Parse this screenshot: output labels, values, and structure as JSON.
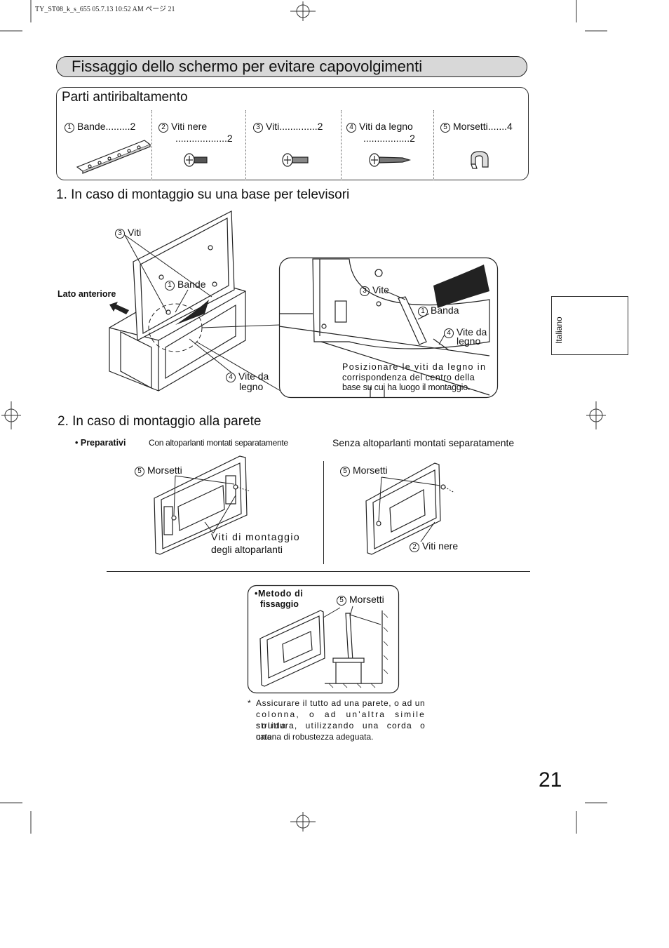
{
  "header": "TY_ST08_k_s_655  05.7.13 10:52 AM    ページ 21",
  "title": "Fissaggio dello schermo per evitare capovolgimenti",
  "parts": {
    "title": "Parti antiribaltamento",
    "items": [
      {
        "num": "1",
        "label": "Bande.........2",
        "label2": ""
      },
      {
        "num": "2",
        "label": "Viti nere",
        "label2": "...................2"
      },
      {
        "num": "3",
        "label": "Viti..............2",
        "label2": ""
      },
      {
        "num": "4",
        "label": "Viti da legno",
        "label2": ".................2"
      },
      {
        "num": "5",
        "label": "Morsetti.......4",
        "label2": ""
      }
    ]
  },
  "section1": {
    "title": "1. In caso di montaggio su una base per televisori",
    "viti": "Viti",
    "bande": "Bande",
    "lato_anteriore": "Lato anteriore",
    "vite_da": "Vite da",
    "legno": "legno",
    "detail": {
      "vite": "Vite",
      "banda": "Banda",
      "vite_da": "Vite da",
      "legno": "legno",
      "note_line1": "Posizionare le viti da legno in",
      "note_line2": "corrispondenza del centro della",
      "note_line3": "base su cui ha luogo il montaggio."
    }
  },
  "section2": {
    "title": "2. In caso di montaggio alla parete",
    "preparativi": "Preparativi",
    "con_altoparlanti": "Con altoparlanti montati separatamente",
    "senza_altoparlanti": "Senza altoparlanti montati separatamente",
    "morsetti_left": "Morsetti",
    "viti_montaggio_1": "Viti di montaggio",
    "viti_montaggio_2": "degli altoparlanti",
    "morsetti_right": "Morsetti",
    "viti_nere": "Viti nere",
    "metodo_1": "Metodo di",
    "metodo_2": "fissaggio",
    "morsetti_metodo": "Morsetti",
    "asterisk": "*",
    "note_lines": [
      "Assicurare il tutto ad una parete, o ad un",
      "colonna, o ad un'altra simile solida",
      "struttura, utilizzando una corda o una",
      "catena di robustezza adeguata."
    ]
  },
  "side_tab": "Italiano",
  "page_number": "21"
}
